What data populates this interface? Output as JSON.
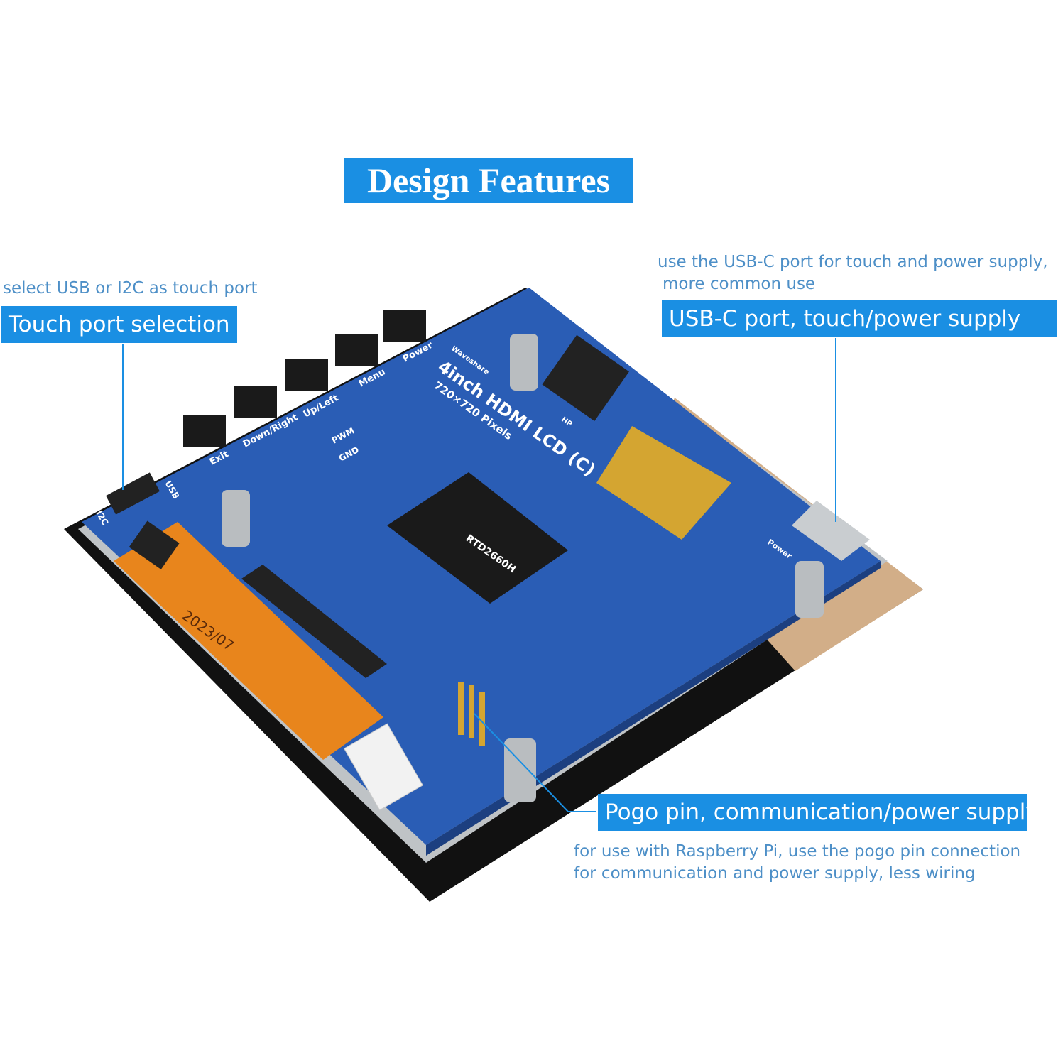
{
  "title": "Design Features",
  "callouts": {
    "touch": {
      "label": "Touch port selection",
      "note": "select USB or I2C as touch port"
    },
    "usbc": {
      "label": "USB-C port, touch/power supply",
      "note_lines": [
        "use the USB-C port for touch and power supply,",
        "more common use"
      ]
    },
    "pogo": {
      "label": "Pogo pin, communication/power supply",
      "note_lines": [
        "for use with Raspberry Pi, use the pogo pin connection",
        "for communication and power supply, less wiring"
      ]
    }
  },
  "board": {
    "model": "4inch HDMI LCD (C)",
    "resolution": "720×720 Pixels",
    "brand": "Waveshare",
    "buttons": [
      "Exit",
      "Down/Right",
      "Up/Left",
      "Menu",
      "Power"
    ],
    "pins": [
      "PWM",
      "GND"
    ],
    "switch_labels": [
      "USB",
      "I2C"
    ],
    "hp": "HP",
    "power_port": "Power",
    "chip": "RTD2660H",
    "fpc_date": "2023/07"
  },
  "colors": {
    "accent": "#1a8fe3",
    "pcb": "#2a5db5",
    "note_text": "#4d8fc7"
  }
}
